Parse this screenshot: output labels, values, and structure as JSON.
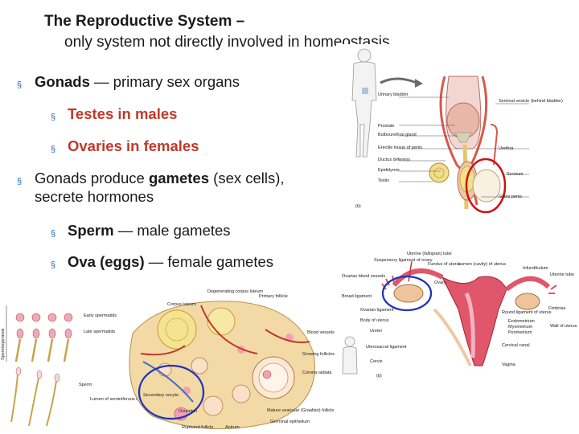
{
  "title": {
    "line1": "The Reproductive System –",
    "line2": "only system not directly involved in homeostasis"
  },
  "bullets": {
    "b1": {
      "bold": "Gonads",
      "rest": " — primary sex organs"
    },
    "b1a": "Testes in males",
    "b1b": "Ovaries in females",
    "b2": {
      "pre": "Gonads produce ",
      "bold": "gametes",
      "post": " (sex cells),",
      "line2": "secrete hormones"
    },
    "b2a": {
      "bold": "Sperm",
      "rest": " — male gametes"
    },
    "b2b": {
      "bold": "Ova (eggs)",
      "rest": " — female gametes"
    }
  },
  "colors": {
    "bullet_marker": "#2e6fb3",
    "highlight_red": "#c0392b",
    "circle_red": "#cc1111",
    "circle_blue": "#2233bb"
  },
  "male_figure": {
    "letter": "(b)",
    "labels_left": [
      "Urinary bladder",
      "Prostate",
      "Bulbourethral gland",
      "Erectile tissue of penis",
      "Ductus deferens",
      "Epididymis",
      "Testis"
    ],
    "labels_right": [
      "Seminal vesicle (behind bladder)",
      "Urethra",
      "Scrotum",
      "Glans penis"
    ]
  },
  "ovary_figure": {
    "labels": [
      "Degenerating corpus luteum",
      "Primary follicle",
      "Corpus luteum",
      "Blood vessels",
      "Growing follicles",
      "Corona radiata",
      "Mature vesicular (Graafian) follicle",
      "Secondary oocyte",
      "Ovulation",
      "Ruptured follicle",
      "Antrum",
      "Germinal epithelium"
    ],
    "left_labels": [
      "Early spermatids",
      "Late spermatids",
      "Sperm",
      "Lumen of seminiferous tubule"
    ],
    "side_label": "Spermiogenesis"
  },
  "female_figure": {
    "letter": "(b)",
    "labels_top": [
      "Suspensory ligament of ovary",
      "Uterine (fallopian) tube",
      "Fundus of uterus",
      "Lumen (cavity) of uterus",
      "Infundibulum",
      "Uterine tube",
      "Ovarian blood vessels",
      "Ovary",
      "Fimbriae"
    ],
    "labels_left": [
      "Broad ligament",
      "Ovarian ligament",
      "Body of uterus",
      "Ureter",
      "Uterosacral ligament",
      "Cervix"
    ],
    "labels_right": [
      "Round ligament of uterus",
      "Endometrium",
      "Myometrium",
      "Perimetrium",
      "Wall of uterus",
      "Cervical canal",
      "Vagina"
    ]
  }
}
